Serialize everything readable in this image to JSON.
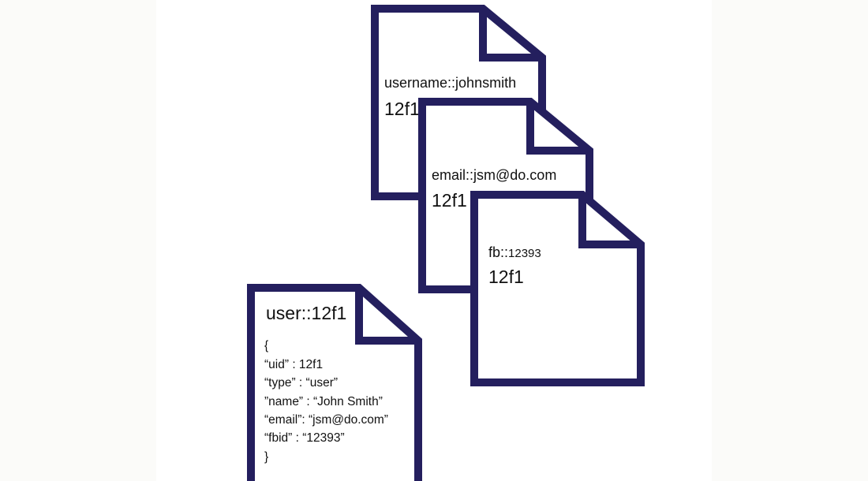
{
  "documents": [
    {
      "key": "username::johnsmith",
      "value": "12f1"
    },
    {
      "key": "email::jsm@do.com",
      "value": "12f1"
    },
    {
      "key_prefix": "fb::",
      "key_suffix": "12393",
      "value": "12f1"
    },
    {
      "key": "user::12f1",
      "body": [
        "{",
        "“uid” :  12f1",
        "“type” : “user”",
        "”name” : “John Smith”",
        "“email”:  “jsm@do.com”",
        "“fbid” : “12393”",
        "}"
      ]
    }
  ],
  "colors": {
    "stroke": "#241f5e",
    "background": "#ffffff",
    "side_strip": "#fbfbf9"
  }
}
